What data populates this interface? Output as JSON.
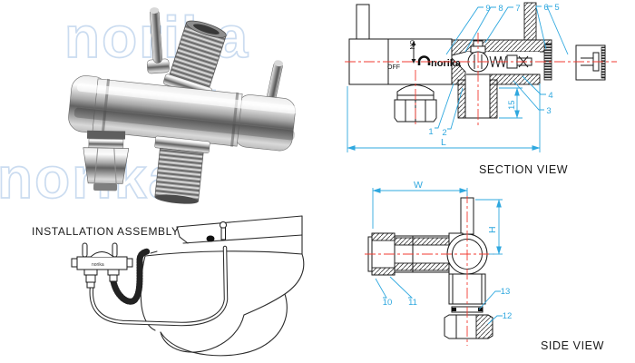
{
  "colors": {
    "dimension_blue": "#2FA8DF",
    "centerline_red": "#F23B30",
    "drawing_black": "#1A1A1A",
    "watermark_blue": "#CBDCF0"
  },
  "watermark": {
    "text": "norika"
  },
  "section_view": {
    "title": "SECTION VIEW",
    "brand": "norika",
    "on_label": "ON",
    "off_label": "OFF",
    "dim_length": "L",
    "dim_offset": "15",
    "callouts": {
      "c1": "1",
      "c2": "2",
      "c3": "3",
      "c4": "4",
      "c5": "5",
      "c6": "6",
      "c7": "7",
      "c8": "8",
      "c9": "9"
    }
  },
  "side_view": {
    "title": "SIDE VIEW",
    "dim_width": "W",
    "dim_height": "H",
    "callouts": {
      "c10": "10",
      "c11": "11",
      "c12": "12",
      "c13": "13"
    }
  },
  "installation": {
    "title": "INSTALLATION ASSEMBLY",
    "brand": "norika"
  }
}
